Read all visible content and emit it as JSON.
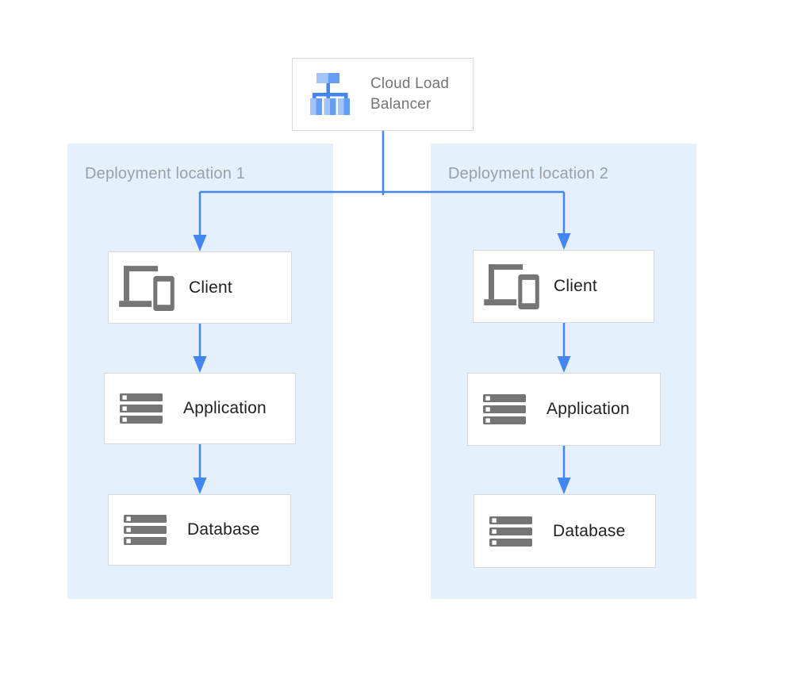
{
  "colors": {
    "accent_blue": "#4285f4",
    "zone_fill": "#e4f0fb",
    "node_border": "#d7dadd",
    "node_text": "#212121",
    "zone_label_text": "#9aa0a6",
    "lb_label_text": "#757575",
    "icon_gray": "#757575",
    "icon_blue_light": "#a3c4f9",
    "icon_blue_mid": "#669df6"
  },
  "load_balancer": {
    "label": "Cloud Load Balancer",
    "label_line1": "Cloud Load",
    "label_line2": "Balancer",
    "icon": "load-balancer-icon"
  },
  "zones": [
    {
      "label": "Deployment location 1",
      "nodes": [
        {
          "label": "Client",
          "icon": "devices-icon"
        },
        {
          "label": "Application",
          "icon": "server-stack-icon"
        },
        {
          "label": "Database",
          "icon": "server-stack-icon"
        }
      ]
    },
    {
      "label": "Deployment location 2",
      "nodes": [
        {
          "label": "Client",
          "icon": "devices-icon"
        },
        {
          "label": "Application",
          "icon": "server-stack-icon"
        },
        {
          "label": "Database",
          "icon": "server-stack-icon"
        }
      ]
    }
  ]
}
